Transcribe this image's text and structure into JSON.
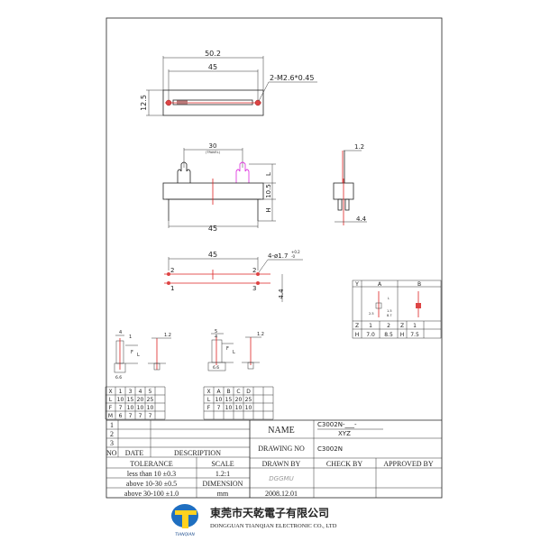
{
  "drawing": {
    "top_view": {
      "overall_width": "50.2",
      "hole_spacing": "45",
      "height": "12.5",
      "thread_note": "2-M2.6*0.45"
    },
    "front_view": {
      "travel": "30",
      "travel_note": "(TRAVEL)",
      "body_width": "45",
      "body_height": "10.5",
      "lever_label": "L",
      "pin_label": "H"
    },
    "side_view": {
      "lever_width": "1.2",
      "pin_spacing": "4.4"
    },
    "pcb_view": {
      "spacing": "45",
      "hole_note": "4-ø1.7",
      "tol_plus": "+0.2",
      "tol_minus": "-0",
      "pin_spacing": "4.4",
      "pin_labels": [
        "2",
        "1",
        "2",
        "3"
      ]
    },
    "detail_left": {
      "dims": [
        "4",
        "1",
        "F",
        "L",
        "6.6",
        "1.2"
      ]
    },
    "detail_right": {
      "dims": [
        "5",
        "4",
        "F",
        "L",
        "6.6",
        "1.2"
      ]
    },
    "y_table": {
      "headers": [
        "Y",
        "A",
        "B"
      ],
      "dims": [
        "L",
        "1.5",
        "8.7",
        "2.5"
      ],
      "z_row": [
        "Z",
        "1",
        "2",
        "Z",
        "1"
      ],
      "h_row": [
        "H",
        "7.0",
        "8.5",
        "H",
        "7.5"
      ]
    },
    "x_table": [
      [
        "X",
        "1",
        "3",
        "4",
        "5"
      ],
      [
        "L",
        "10",
        "15",
        "20",
        "25"
      ],
      [
        "F",
        "7",
        "10",
        "10",
        "10"
      ],
      [
        "M",
        "6",
        "7",
        "7",
        "7"
      ]
    ],
    "x2_table": [
      [
        "X",
        "A",
        "B",
        "C",
        "D"
      ],
      [
        "L",
        "10",
        "15",
        "20",
        "25"
      ],
      [
        "F",
        "7",
        "10",
        "10",
        "10"
      ]
    ]
  },
  "title_block": {
    "rev_numbers": [
      "1",
      "2",
      "3"
    ],
    "no_label": "NO",
    "date_label": "DATE",
    "description_label": "DESCRIPTION",
    "tolerance_label": "TOLERANCE",
    "tolerances": [
      "less than  10  ±0.3",
      "above 10-30 ±0.5",
      "above 30-100 ±1.0"
    ],
    "scale_label": "SCALE",
    "scale": "1.2:1",
    "dimension_label": "DIMENSION",
    "dimension": "mm",
    "name_label": "NAME",
    "name_value": "C3002N-___-",
    "name_sub": "XYZ",
    "drawing_no_label": "DRAWING NO",
    "drawing_no": "C3002N",
    "drawn_by_label": "DRAWN BY",
    "drawn_by": "DGGMU",
    "check_by_label": "CHECK BY",
    "approved_by_label": "APPROVED BY",
    "date": "2008.12.01"
  },
  "company": {
    "name_cn": "東莞市天乾電子有限公司",
    "name_en": "DONGGUAN TIANQIAN  ELECTRONIC CO., LTD",
    "logo_text": "TIANQIAN",
    "logo_color": "#1f6fc0"
  }
}
